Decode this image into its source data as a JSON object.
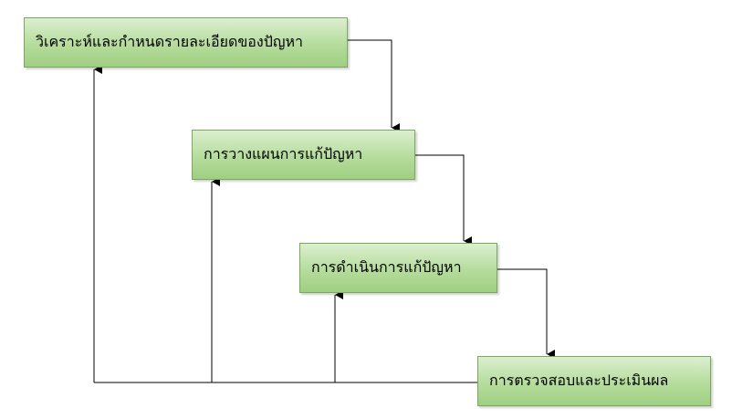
{
  "diagram": {
    "steps": [
      {
        "label": "วิเคราะห์และกำหนดรายละเอียดของปัญหา"
      },
      {
        "label": "การวางแผนการแก้ปัญหา"
      },
      {
        "label": "การดำเนินการแก้ปัญหา"
      },
      {
        "label": "การตรวจสอบและประเมินผล"
      }
    ],
    "line_color": "#000000",
    "box_fill": "#b5dc9c",
    "box_border": "#7aa95c"
  }
}
